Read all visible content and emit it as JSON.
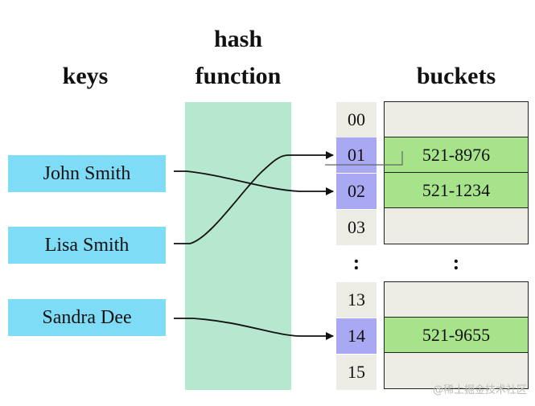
{
  "headers": {
    "keys": "keys",
    "hash_line1": "hash",
    "hash_line2": "function",
    "buckets": "buckets"
  },
  "keys": [
    "John Smith",
    "Lisa Smith",
    "Sandra Dee"
  ],
  "indices": {
    "top": [
      "00",
      "01",
      "02",
      "03"
    ],
    "ellipsis": ":",
    "bottom": [
      "13",
      "14",
      "15"
    ]
  },
  "buckets": {
    "top": [
      "",
      "521-8976",
      "521-1234",
      ""
    ],
    "ellipsis": ":",
    "bottom": [
      "",
      "521-9655",
      ""
    ]
  },
  "highlighted_indices": [
    "01",
    "02",
    "14"
  ],
  "mappings": [
    {
      "key": "John Smith",
      "index": "02"
    },
    {
      "key": "Lisa Smith",
      "index": "01"
    },
    {
      "key": "Sandra Dee",
      "index": "14"
    }
  ],
  "colors": {
    "key_fill": "#7fdcf7",
    "hash_fill": "#b6e7cf",
    "index_fill": "#ecebe4",
    "index_highlight": "#a9a9f3",
    "bucket_empty": "#ecebe4",
    "bucket_filled": "#a6e38a"
  },
  "watermark": "@稀土掘金技术社区"
}
